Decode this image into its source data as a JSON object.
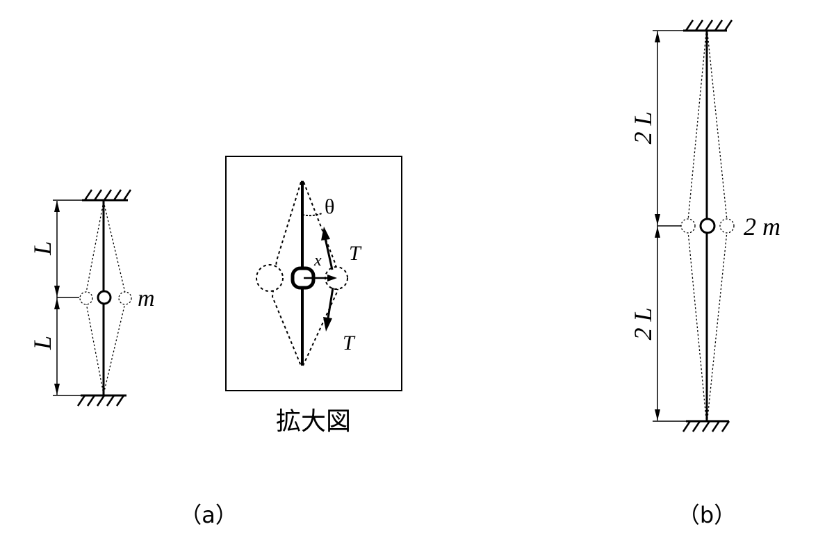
{
  "panel_a": {
    "caption": "（a）",
    "length_upper": "L",
    "length_lower": "L",
    "mass_label": "m"
  },
  "inset": {
    "caption": "拡大図",
    "angle_label": "θ",
    "displacement_label": "x",
    "tension_upper": "T",
    "tension_lower": "T"
  },
  "panel_b": {
    "caption": "（b）",
    "length_upper": "2 L",
    "length_lower": "2 L",
    "mass_label": "2 m"
  }
}
